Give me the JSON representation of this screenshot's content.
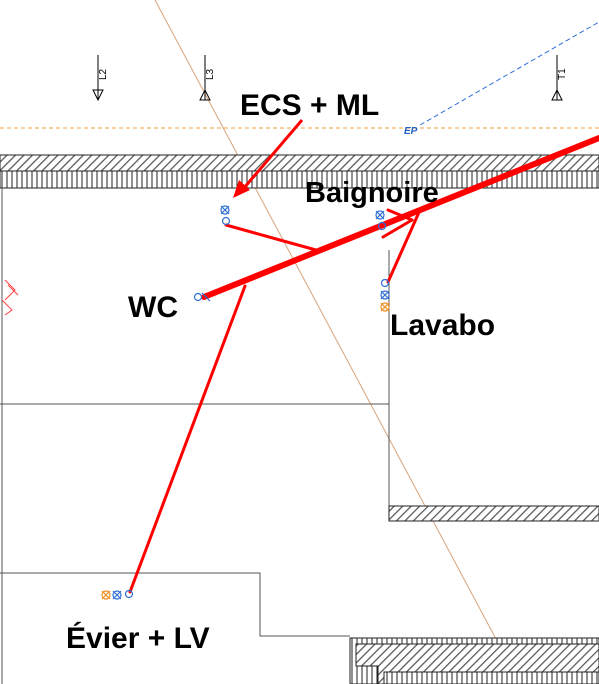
{
  "labels": {
    "ecs_ml": "ECS + ML",
    "baignoire": "Baignoire",
    "wc": "WC",
    "lavabo": "Lavabo",
    "evier_lv": "Évier + LV",
    "ep": "EP"
  },
  "axes": {
    "l2": "L2",
    "l3": "L3",
    "t1": "T1"
  },
  "colors": {
    "pipe": "#ff0000",
    "wall_hatch": "#6e6e6e",
    "reference_line": "#d9a37a",
    "dashed_blue": "#2f6fd6",
    "dashed_orange": "#f0a040",
    "fixture_blue": "#2f6fd6",
    "fixture_orange": "#f08c20"
  }
}
